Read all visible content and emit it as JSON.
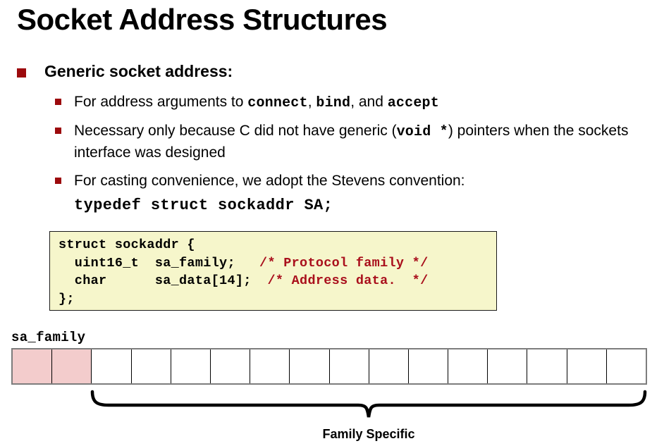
{
  "slide": {
    "title": "Socket Address Structures",
    "bullets": [
      {
        "level": 1,
        "label": "Generic socket address:"
      },
      {
        "level": 2,
        "segments": [
          {
            "type": "text",
            "value": "For address arguments to "
          },
          {
            "type": "code",
            "value": "connect"
          },
          {
            "type": "text",
            "value": ", "
          },
          {
            "type": "code",
            "value": "bind"
          },
          {
            "type": "text",
            "value": ", and "
          },
          {
            "type": "code",
            "value": "accept"
          }
        ],
        "plain": "For address arguments to connect, bind, and accept"
      },
      {
        "level": 2,
        "segments": [
          {
            "type": "text",
            "value": "Necessary only because C did not have generic ("
          },
          {
            "type": "code",
            "value": "void *"
          },
          {
            "type": "text",
            "value": ") pointers when the sockets interface was designed"
          }
        ],
        "plain": "Necessary only because C did not have generic (void *) pointers when the sockets interface was designed"
      },
      {
        "level": 2,
        "plain": "For casting convenience, we adopt the Stevens convention:"
      }
    ],
    "bullet_text": {
      "b1_pre": "For address arguments to ",
      "b1_code1": "connect",
      "b1_mid1": ", ",
      "b1_code2": "bind",
      "b1_mid2": ", and ",
      "b1_code3": "accept",
      "b2_pre": "Necessary only because C did not have generic (",
      "b2_code": "void *",
      "b2_post": ") pointers when the sockets interface was designed",
      "b3": "For casting convenience, we adopt the Stevens convention:"
    },
    "typedef_line": "typedef struct sockaddr SA;"
  },
  "code_box": {
    "lines": [
      {
        "code": "struct sockaddr {",
        "comment": ""
      },
      {
        "code": "  uint16_t  sa_family;   ",
        "comment": "/* Protocol family */"
      },
      {
        "code": "  char      sa_data[14];  ",
        "comment": "/* Address data.  */"
      },
      {
        "code": "};",
        "comment": ""
      }
    ],
    "line1": "struct sockaddr {",
    "line2_code": "  uint16_t  sa_family;   ",
    "line2_comment": "/* Protocol family */",
    "line3_code": "  char      sa_data[14];  ",
    "line3_comment": "/* Address data.  */",
    "line4": "};",
    "background_color": "#f6f6cb",
    "comment_color": "#a90f1c"
  },
  "diagram": {
    "field_label": "sa_family",
    "total_bytes": 16,
    "filled_bytes": 2,
    "filled_color": "#f3cccc",
    "empty_color": "#ffffff",
    "brace_caption": "Family Specific",
    "brace_span_bytes": 14
  },
  "colors": {
    "bullet_marker": "#9c0a0d",
    "code_comment": "#a90f1c",
    "code_bg": "#f6f6cb",
    "byte_filled": "#f3cccc",
    "border_gray": "#7d7d7d"
  }
}
